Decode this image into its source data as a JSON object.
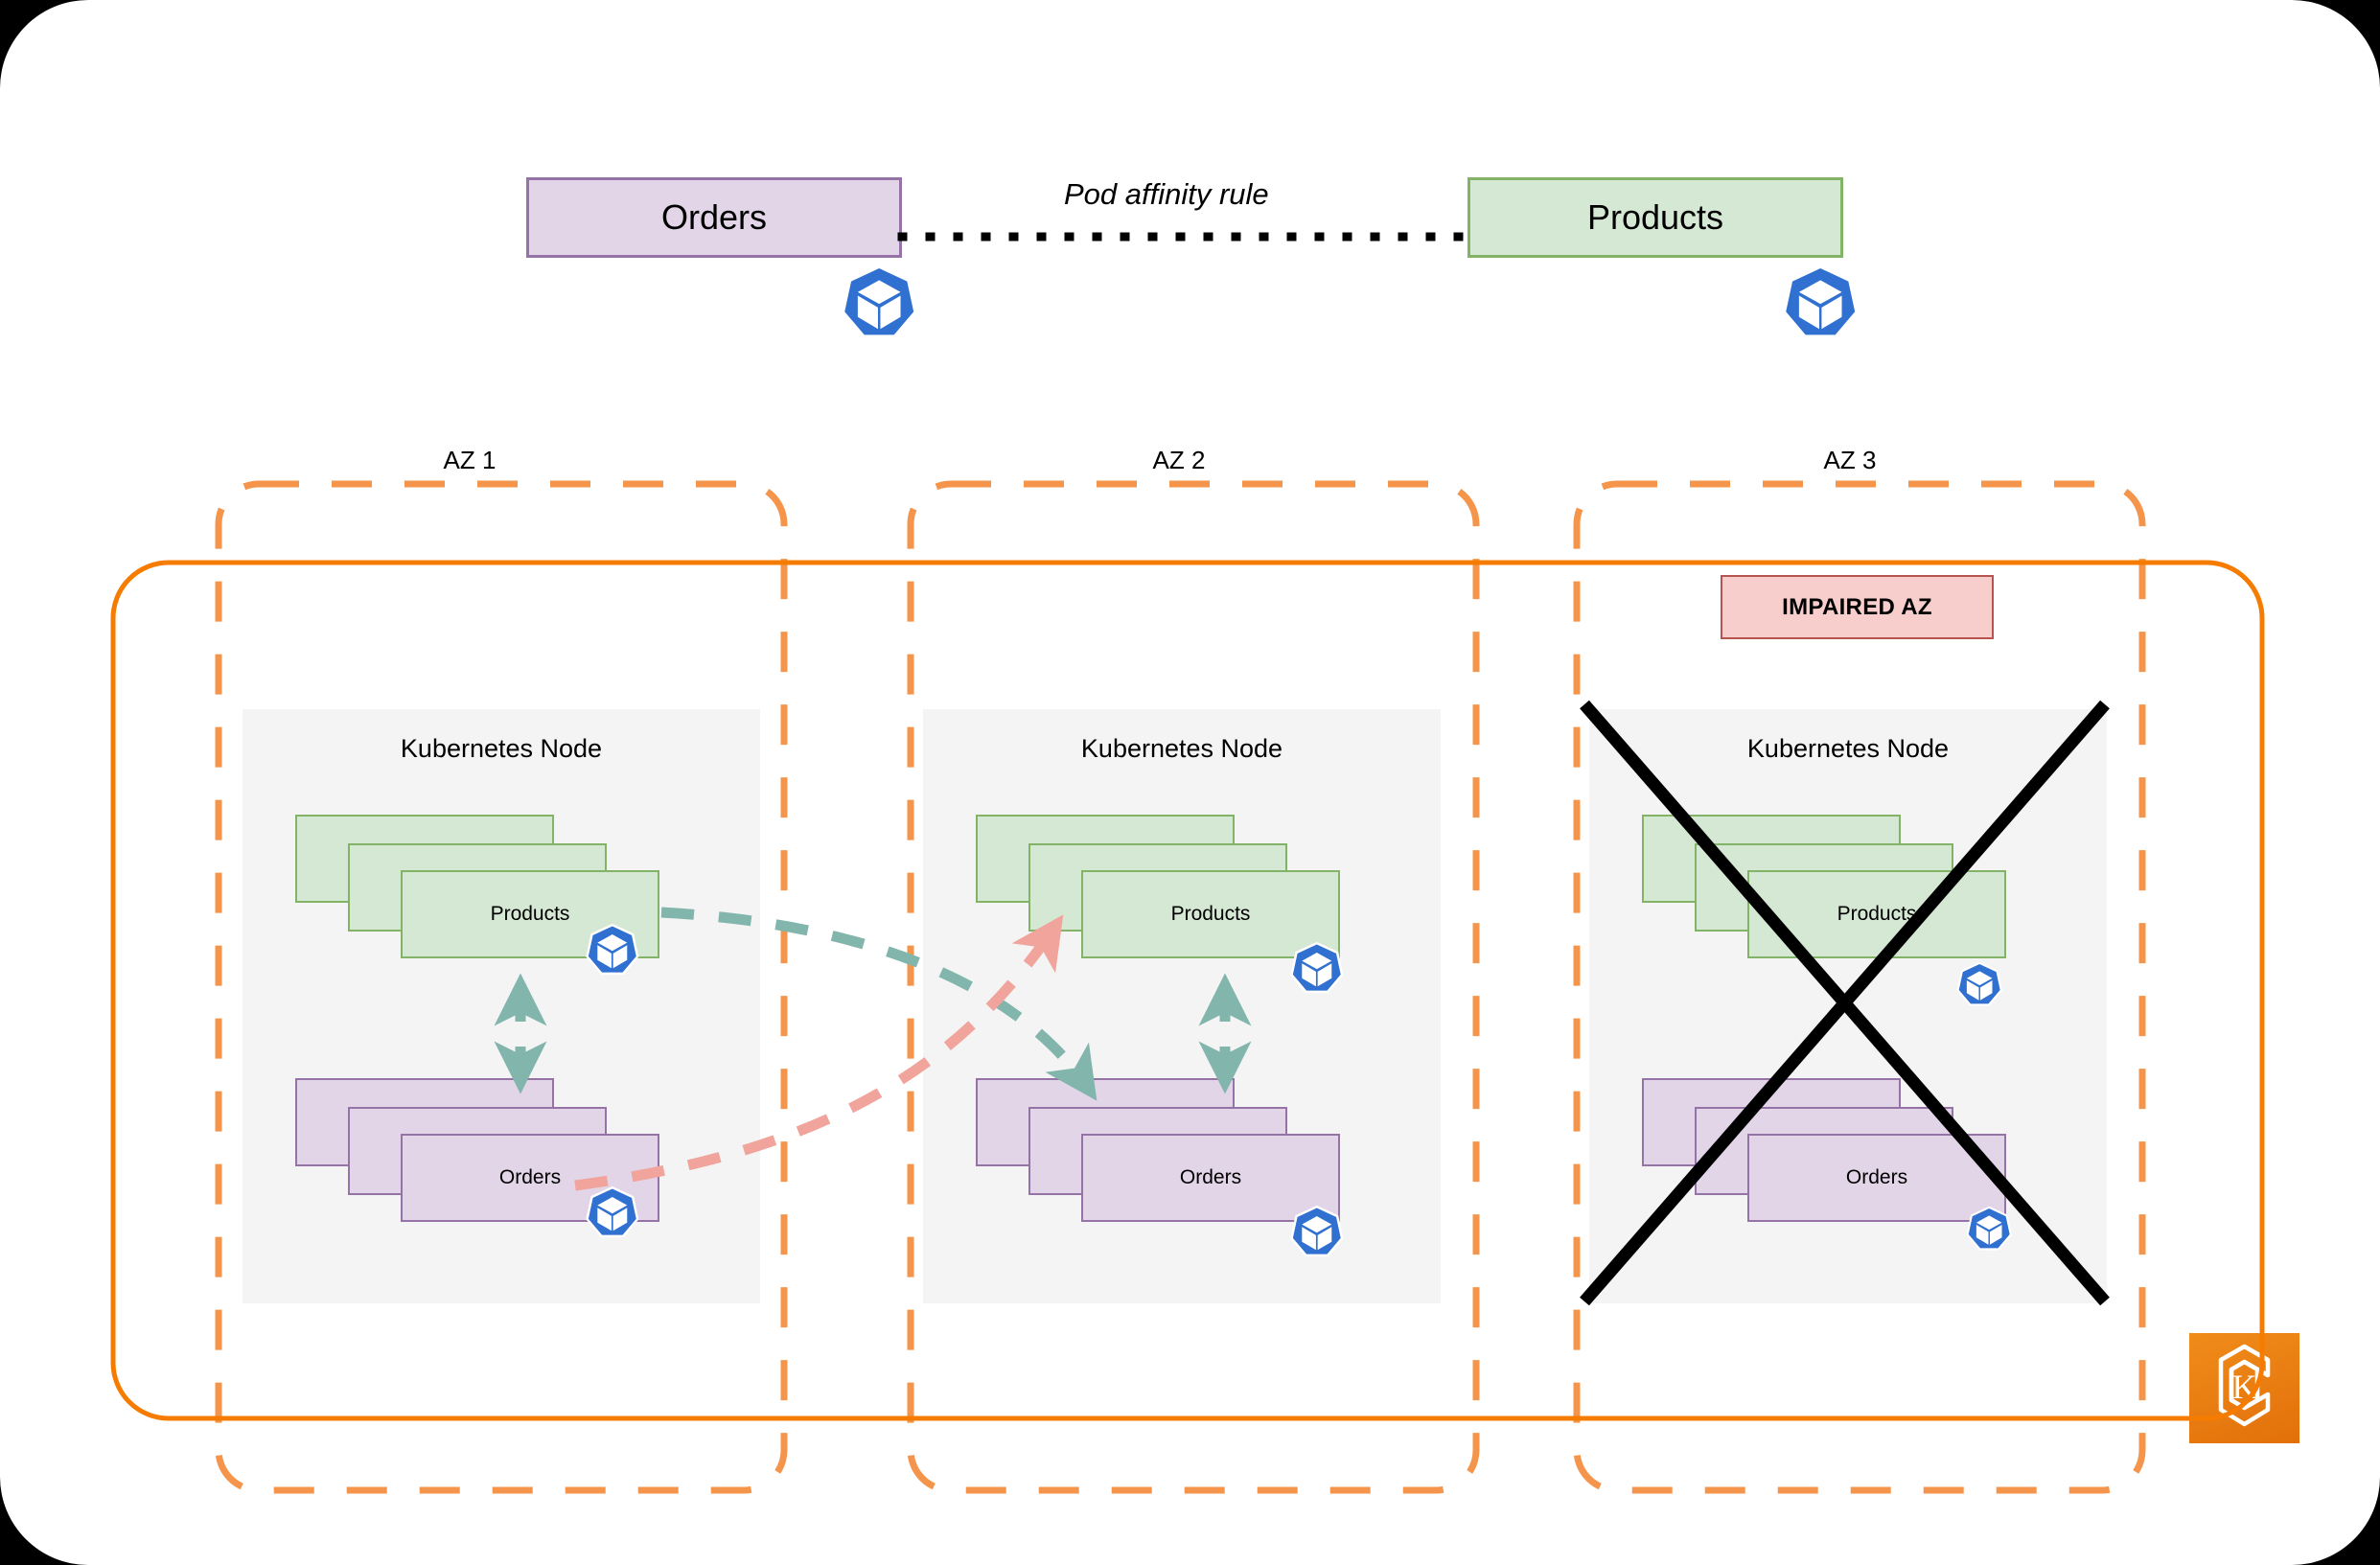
{
  "diagram": {
    "title_text": "Pod affinity rule",
    "services": [
      {
        "name": "orders-service",
        "label": "Orders",
        "fill": "#e1d5e7",
        "stroke": "#9673a6"
      },
      {
        "name": "products-service",
        "label": "Products",
        "fill": "#d5e8d4",
        "stroke": "#82b366"
      }
    ],
    "zones": [
      {
        "label": "AZ 1",
        "node_title": "Kubernetes Node",
        "impaired": false,
        "impaired_label": "",
        "stacks": [
          {
            "label": "Products",
            "kind": "green",
            "count": 3
          },
          {
            "label": "Orders",
            "kind": "purple",
            "count": 3
          }
        ]
      },
      {
        "label": "AZ 2",
        "node_title": "Kubernetes Node",
        "impaired": false,
        "impaired_label": "",
        "stacks": [
          {
            "label": "Products",
            "kind": "green",
            "count": 3
          },
          {
            "label": "Orders",
            "kind": "purple",
            "count": 3
          }
        ]
      },
      {
        "label": "AZ 3",
        "node_title": "Kubernetes Node",
        "impaired": true,
        "impaired_label": "IMPAIRED AZ",
        "stacks": [
          {
            "label": "Products",
            "kind": "green",
            "count": 3
          },
          {
            "label": "Orders",
            "kind": "purple",
            "count": 3
          }
        ]
      }
    ],
    "logo": {
      "letter": "K"
    },
    "colors": {
      "purple_fill": "#e1d5e7",
      "purple_stroke": "#9673a6",
      "green_fill": "#d5e8d4",
      "green_stroke": "#82b366",
      "node_bg": "#f4f4f4",
      "az_dashed": "#f5954b",
      "cluster_solid": "#f57c00",
      "impaired_fill": "#f8cecc",
      "impaired_stroke": "#b85450",
      "teal_arrow": "#82b5ac",
      "salmon_arrow": "#f0a49c",
      "k8s_blue": "#3070d0",
      "cross_black": "#000000",
      "logo_orange": "#e2700a"
    }
  }
}
